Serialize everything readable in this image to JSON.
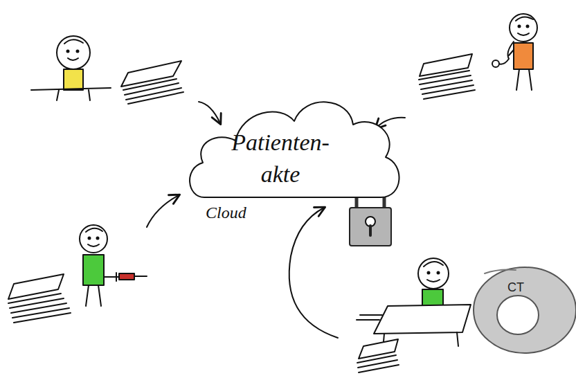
{
  "diagram": {
    "nodes": [
      {
        "text": [
          "Patienten- akte",
          "Cloud"
        ]
      }
    ],
    "labels": [
      "CT"
    ]
  }
}
